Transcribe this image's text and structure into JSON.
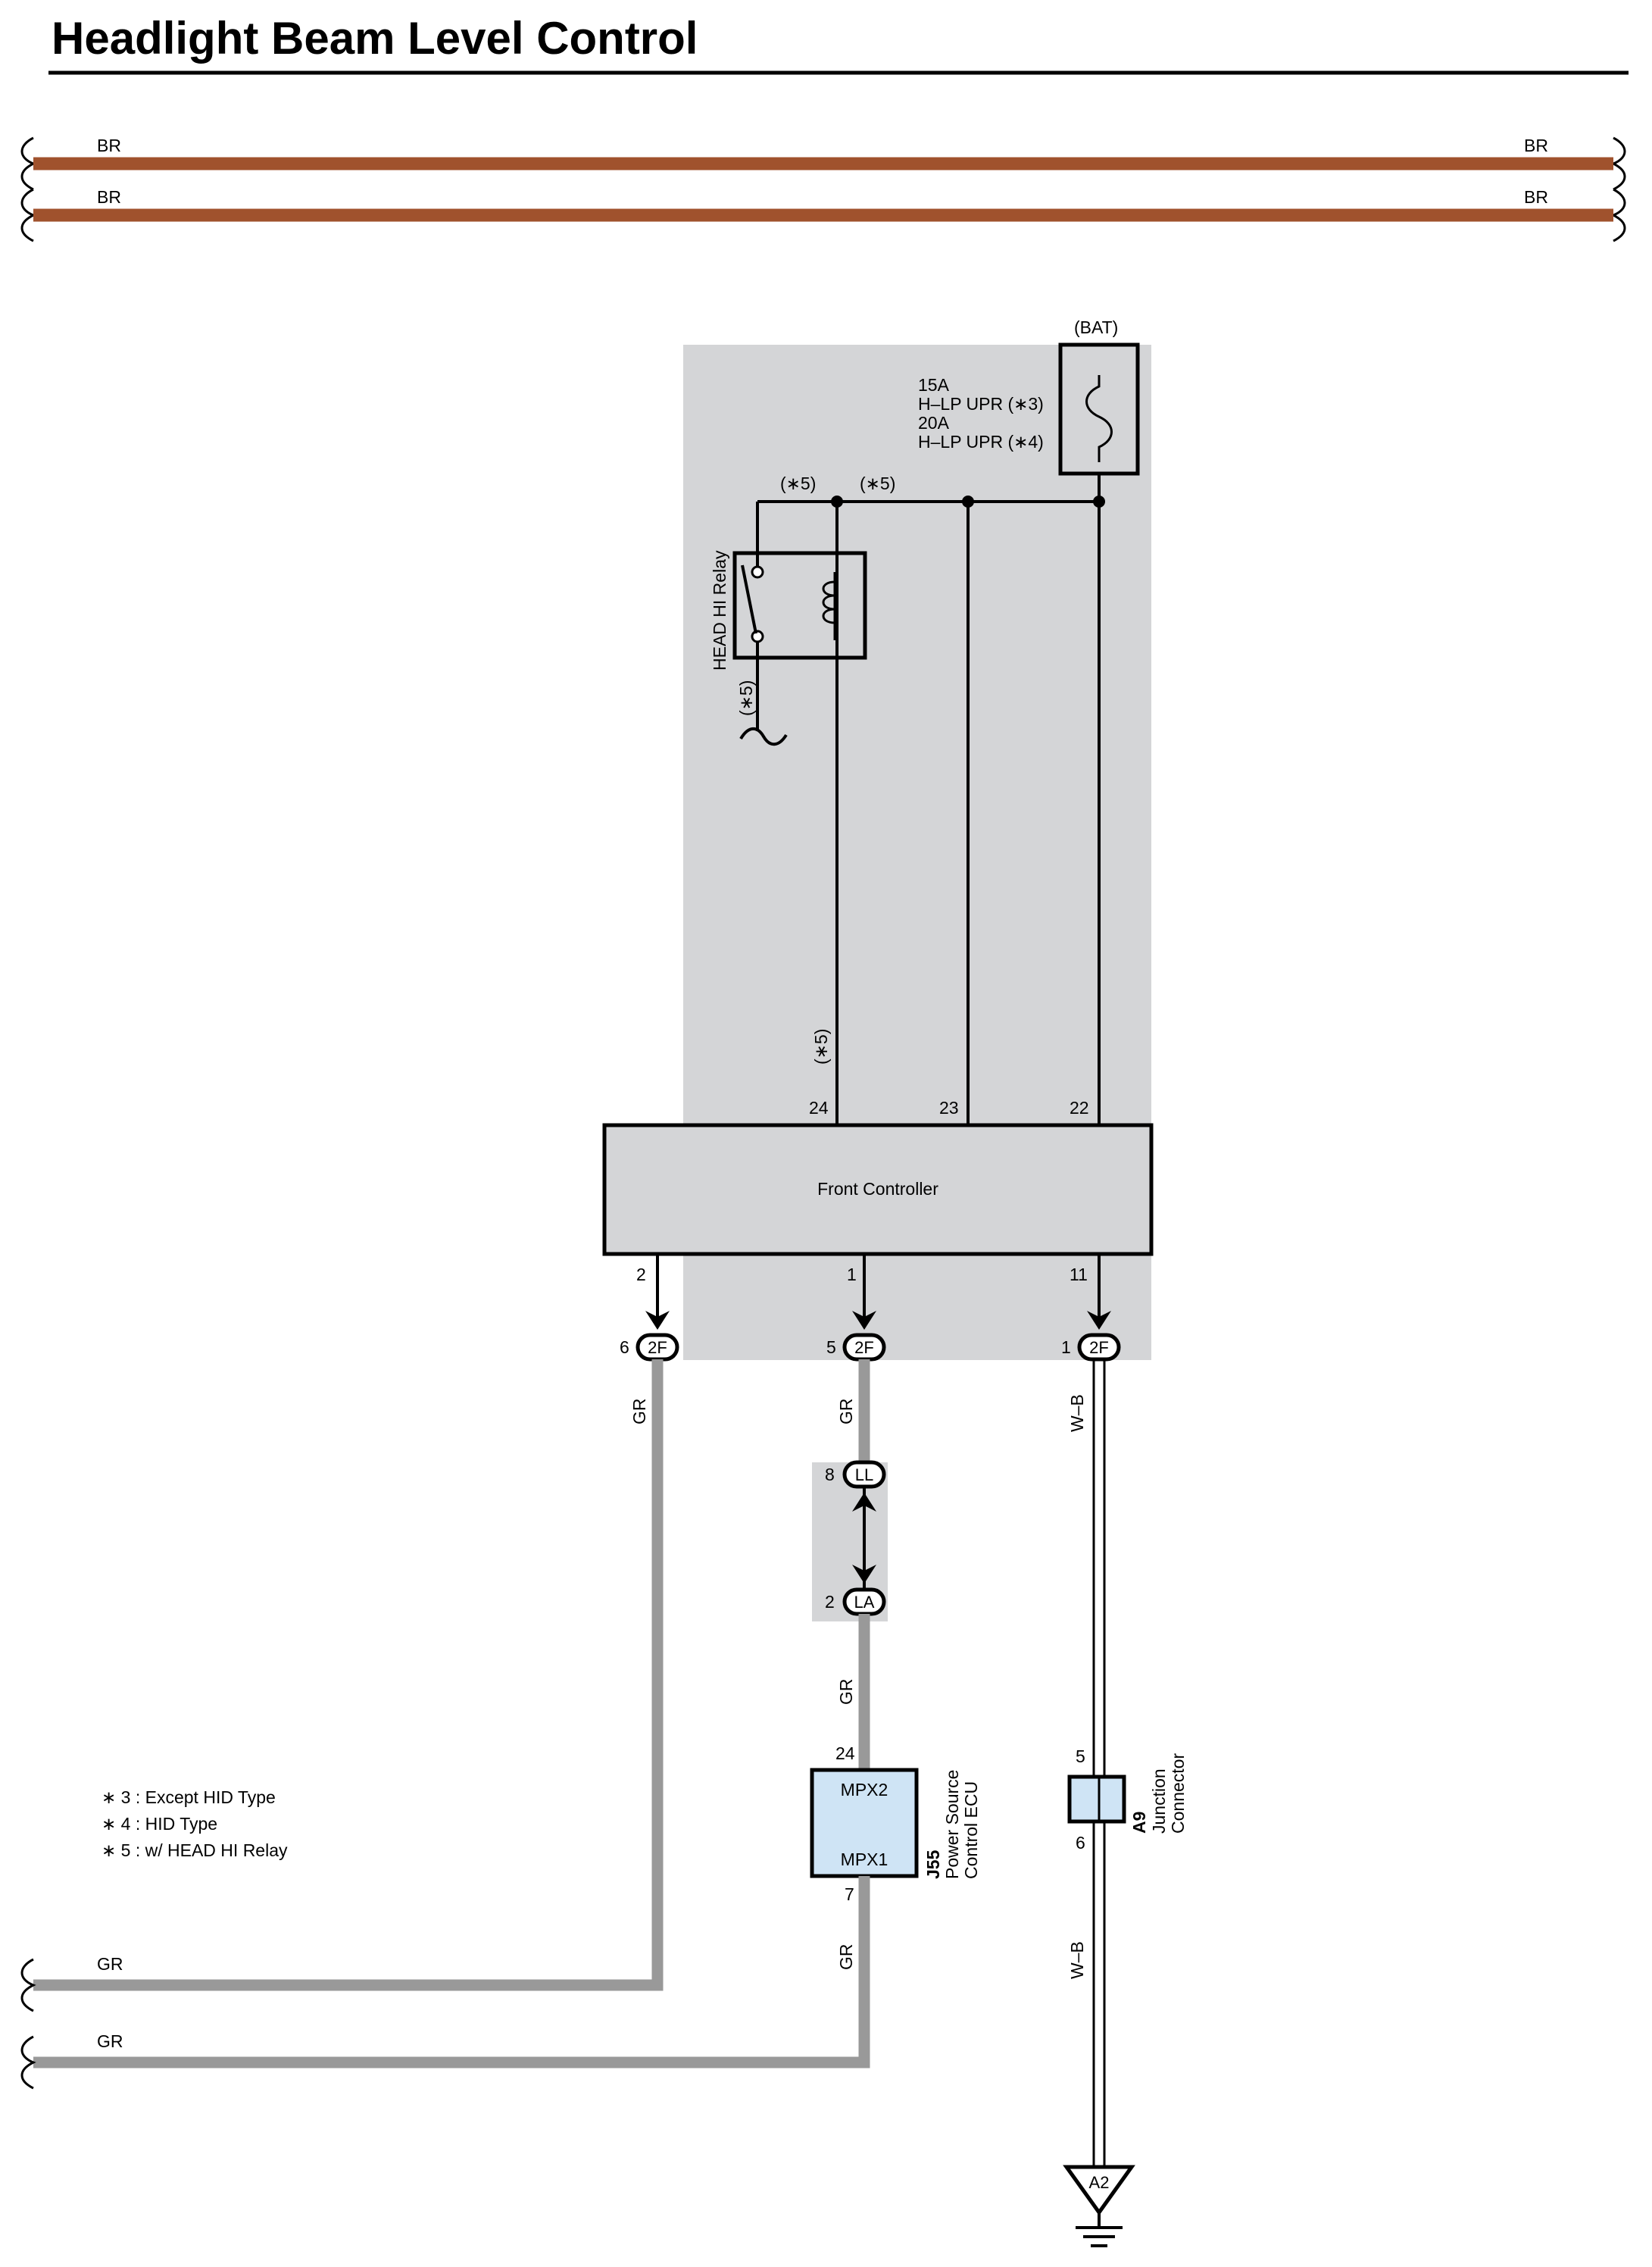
{
  "title": "Headlight Beam Level Control",
  "colors": {
    "brown_wire": "#a0522d",
    "gray_wire": "#999999",
    "shaded_area": "#d4d5d7",
    "module_fill": "#cfe4f5"
  },
  "wires": {
    "br_top_left": "BR",
    "br_top_right": "BR",
    "br_bot_left": "BR",
    "br_bot_right": "BR",
    "gr_1": "GR",
    "gr_2": "GR",
    "gr_3": "GR",
    "gr_4": "GR",
    "gr_left_1": "GR",
    "gr_left_2": "GR",
    "wb_1": "W–B",
    "wb_2": "W–B"
  },
  "fuse": {
    "source": "(BAT)",
    "line1": "15A",
    "line2": "H–LP UPR (∗3)",
    "line3": "20A",
    "line4": "H–LP UPR (∗4)"
  },
  "relay": {
    "label": "HEAD HI Relay",
    "note": "(∗5)",
    "junction_note_1": "(∗5)",
    "junction_note_2": "(∗5)",
    "pin24_note": "(∗5)"
  },
  "front_controller": {
    "label": "Front Controller",
    "pin_top_1": "24",
    "pin_top_2": "23",
    "pin_top_3": "22",
    "pin_bot_1": "2",
    "pin_bot_2": "1",
    "pin_bot_3": "11"
  },
  "connectors": {
    "c2f_a_pin": "6",
    "c2f_a_code": "2F",
    "c2f_b_pin": "5",
    "c2f_b_code": "2F",
    "c2f_c_pin": "1",
    "c2f_c_code": "2F",
    "ll_pin": "8",
    "ll_code": "LL",
    "la_pin": "2",
    "la_code": "LA"
  },
  "ecu": {
    "code": "J55",
    "name_line1": "Power Source",
    "name_line2": "Control ECU",
    "terminal_top": "MPX2",
    "terminal_bottom": "MPX1",
    "pin_top": "24",
    "pin_bottom": "7"
  },
  "junction": {
    "code": "A9",
    "name_line1": "Junction",
    "name_line2": "Connector",
    "pin_top": "5",
    "pin_bottom": "6"
  },
  "ground": {
    "code": "A2"
  },
  "notes": [
    "∗ 3 : Except HID Type",
    "∗ 4 : HID Type",
    "∗ 5 : w/ HEAD HI Relay"
  ]
}
